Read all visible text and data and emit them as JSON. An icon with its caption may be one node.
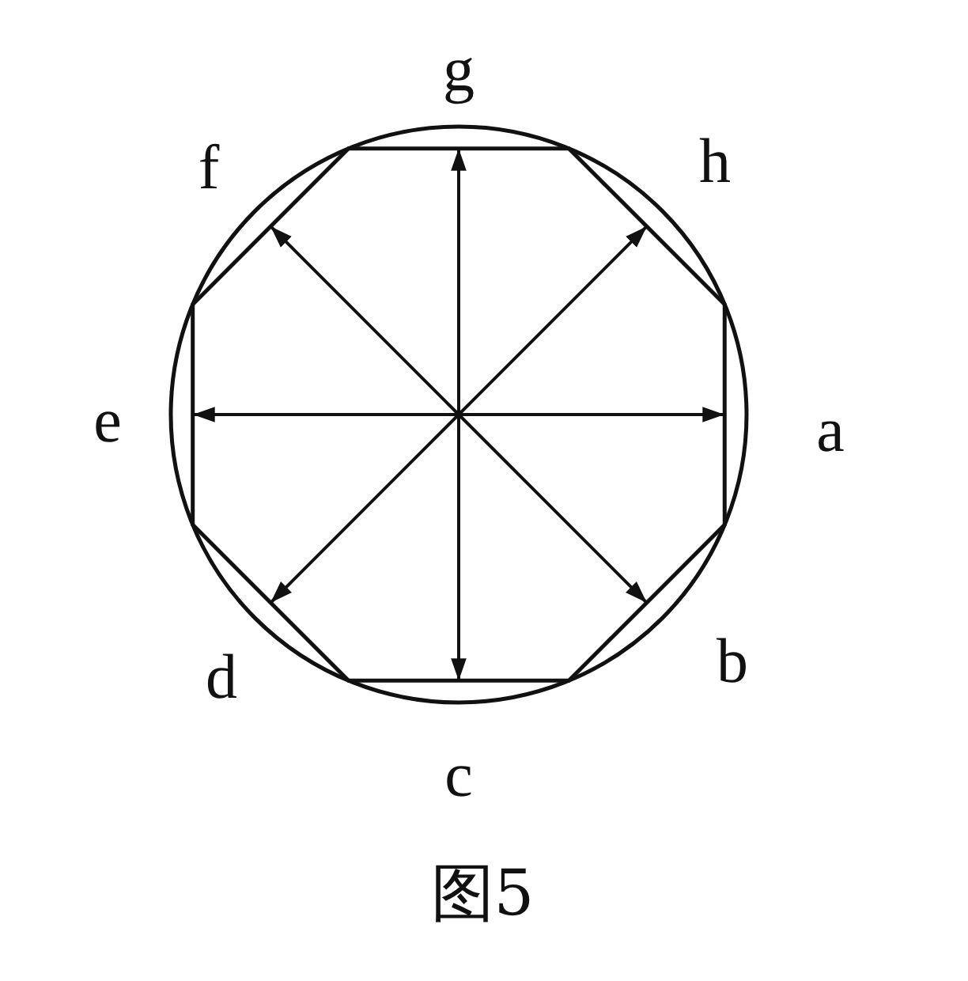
{
  "diagram": {
    "caption": "图5",
    "labels": [
      "g",
      "f",
      "h",
      "e",
      "a",
      "d",
      "b",
      "c"
    ]
  }
}
